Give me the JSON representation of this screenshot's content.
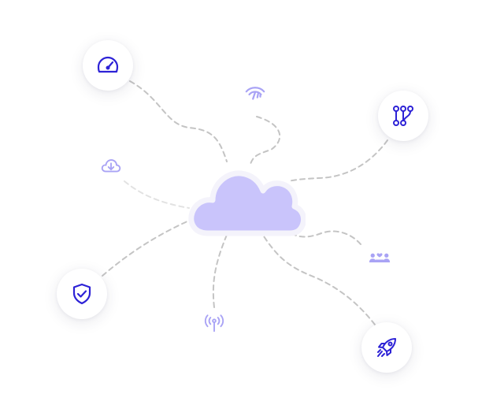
{
  "colors": {
    "accent": "#2d22d6",
    "accent_light": "#a9a3f5",
    "cloud_fill": "#c9c4fb",
    "connector": "#c4c4c4",
    "connector_light": "#e2e2e2"
  },
  "hub": {
    "icon": "cloud-icon"
  },
  "nodes": [
    {
      "id": "performance",
      "icon": "speedometer-icon"
    },
    {
      "id": "workflow",
      "icon": "workflow-icon"
    },
    {
      "id": "security",
      "icon": "shield-check-icon"
    },
    {
      "id": "launch",
      "icon": "rocket-icon"
    }
  ],
  "floating_icons": [
    {
      "id": "signal",
      "icon": "signal-icon"
    },
    {
      "id": "cloud-download",
      "icon": "cloud-download-icon"
    },
    {
      "id": "broadcast",
      "icon": "broadcast-antenna-icon"
    },
    {
      "id": "team-love",
      "icon": "team-heart-icon"
    }
  ]
}
